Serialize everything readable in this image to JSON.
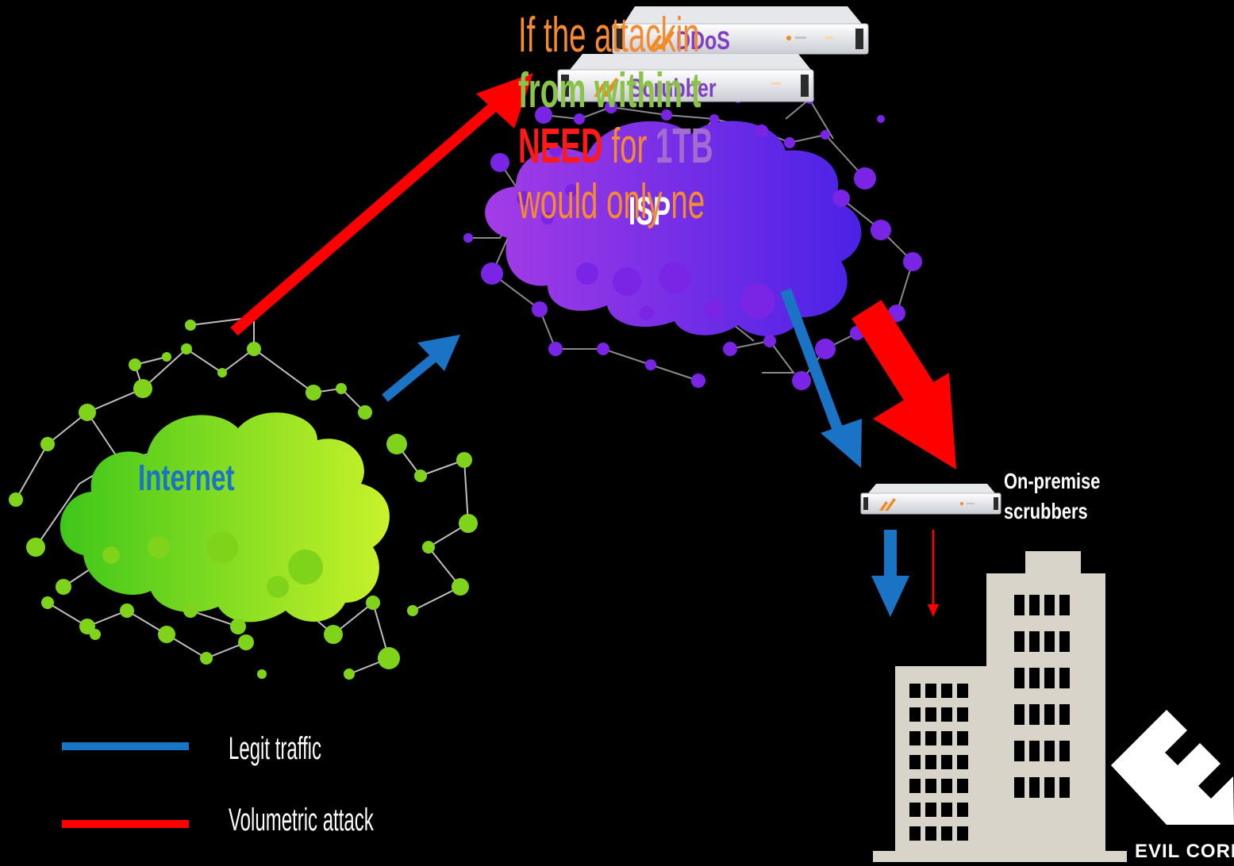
{
  "headline": {
    "line1": "If the attackin",
    "line2": "from within t",
    "line3_need": "NEED",
    "line3_for": " for ",
    "line3_tb": "1TB",
    "line4": "would only ne"
  },
  "clouds": {
    "isp_label": "ISP",
    "internet_label": "Internet"
  },
  "servers": {
    "ddos_label": "DDoS",
    "scrubber_label": "Scrubber"
  },
  "onpremise": {
    "line1": "On-premise",
    "line2": "scrubbers"
  },
  "legend": {
    "legit": "Legit traffic",
    "attack": "Volumetric attack"
  },
  "logo": {
    "text": "EVIL CORP"
  },
  "colors": {
    "legit": "#1a73c4",
    "attack": "#ff0000",
    "internet_cloud": "#7bd400",
    "isp_cloud": "#7a2cf0",
    "headline_orange": "#f58a2e",
    "building": "#d9d4c9"
  }
}
